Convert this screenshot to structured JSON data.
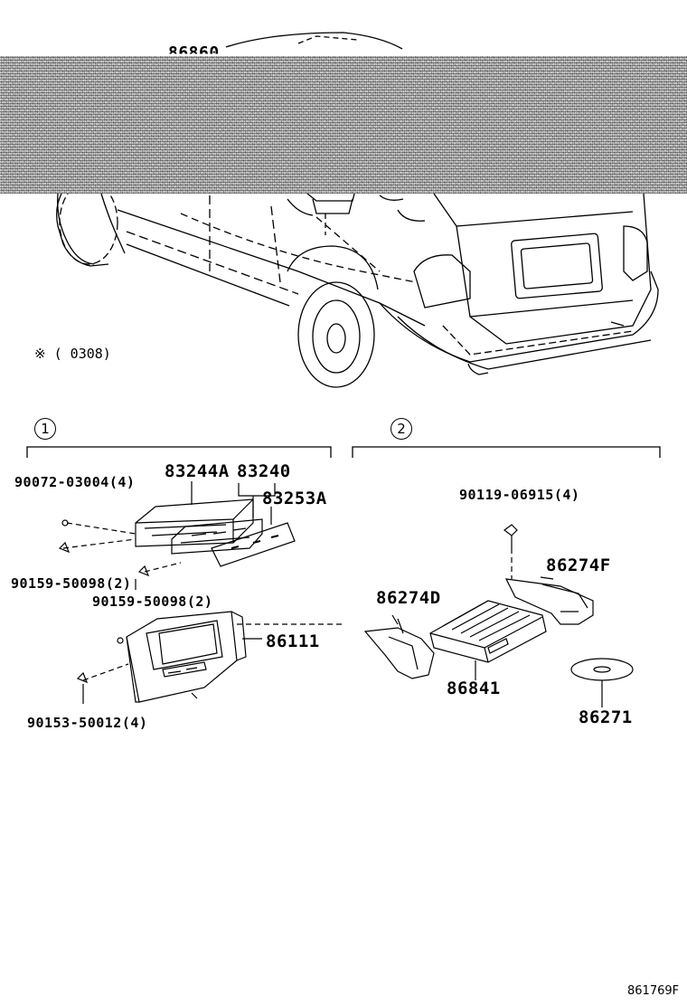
{
  "top_partial_label": "86860",
  "note": {
    "symbol": "※",
    "text": "( 0308)"
  },
  "groups": [
    {
      "marker": "1"
    },
    {
      "marker": "2"
    }
  ],
  "group1_labels": {
    "screw_a": "90072-03004(4)",
    "part_a": "83244A",
    "part_b": "83240",
    "part_c": "83253A",
    "screw_b": "90159-50098(2)",
    "screw_c": "90159-50098(2)",
    "display": "86111",
    "screw_d": "90153-50012(4)"
  },
  "group2_labels": {
    "bolt": "90119-06915(4)",
    "bracket_f": "86274F",
    "bracket_d": "86274D",
    "player": "86841",
    "disc": "86271"
  },
  "footer_code": "861769F"
}
